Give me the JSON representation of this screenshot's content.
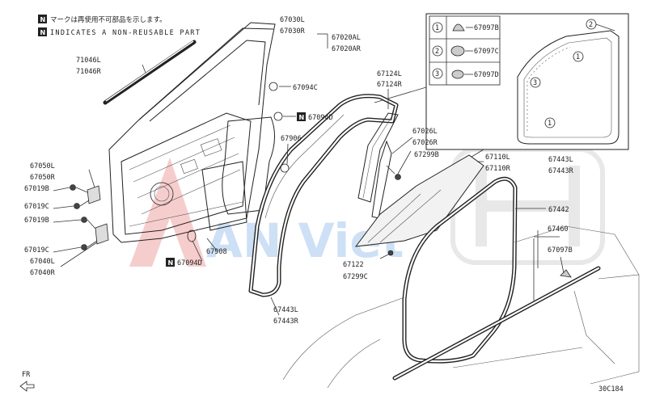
{
  "notes": {
    "jp": "マークは再使用不可部品を示します。",
    "en": "INDICATES A NON-REUSABLE PART",
    "symbol": "N"
  },
  "figure_code": "30C184",
  "front_marker": "FR",
  "watermark": {
    "text": "AN Viet",
    "colors": {
      "red": "#e05a5a",
      "blue": "#4a90d9"
    }
  },
  "inset": {
    "legend": [
      {
        "index": "1",
        "part": "67097B"
      },
      {
        "index": "2",
        "part": "67097C"
      },
      {
        "index": "3",
        "part": "67097D"
      }
    ],
    "callouts": [
      "1",
      "2",
      "3",
      "1"
    ]
  },
  "labels": {
    "l_71046": "71046L",
    "r_71046": "71046R",
    "l_67030": "67030L",
    "r_67030": "67030R",
    "l_67020": "67020AL",
    "r_67020": "67020AR",
    "p_67094C": "67094C",
    "p_67094D_a": "67094D",
    "l_67124": "67124L",
    "r_67124": "67124R",
    "l_67026": "67026L",
    "r_67026": "67026R",
    "p_67299B": "67299B",
    "p_67906": "67906",
    "l_67110": "67110L",
    "r_67110": "67110R",
    "l_67443_a": "67443L",
    "r_67443_a": "67443R",
    "l_67050": "67050L",
    "r_67050": "67050R",
    "p_67019B_a": "67019B",
    "p_67019C_a": "67019C",
    "p_67019B_b": "67019B",
    "p_67019C_b": "67019C",
    "l_67040": "67040L",
    "r_67040": "67040R",
    "p_67908": "67908",
    "p_67094D_b": "67094D",
    "p_67122": "67122",
    "p_67299C": "67299C",
    "p_67442": "67442",
    "p_67460": "67460",
    "p_67097B": "67097B",
    "l_67443_b": "67443L",
    "r_67443_b": "67443R"
  }
}
